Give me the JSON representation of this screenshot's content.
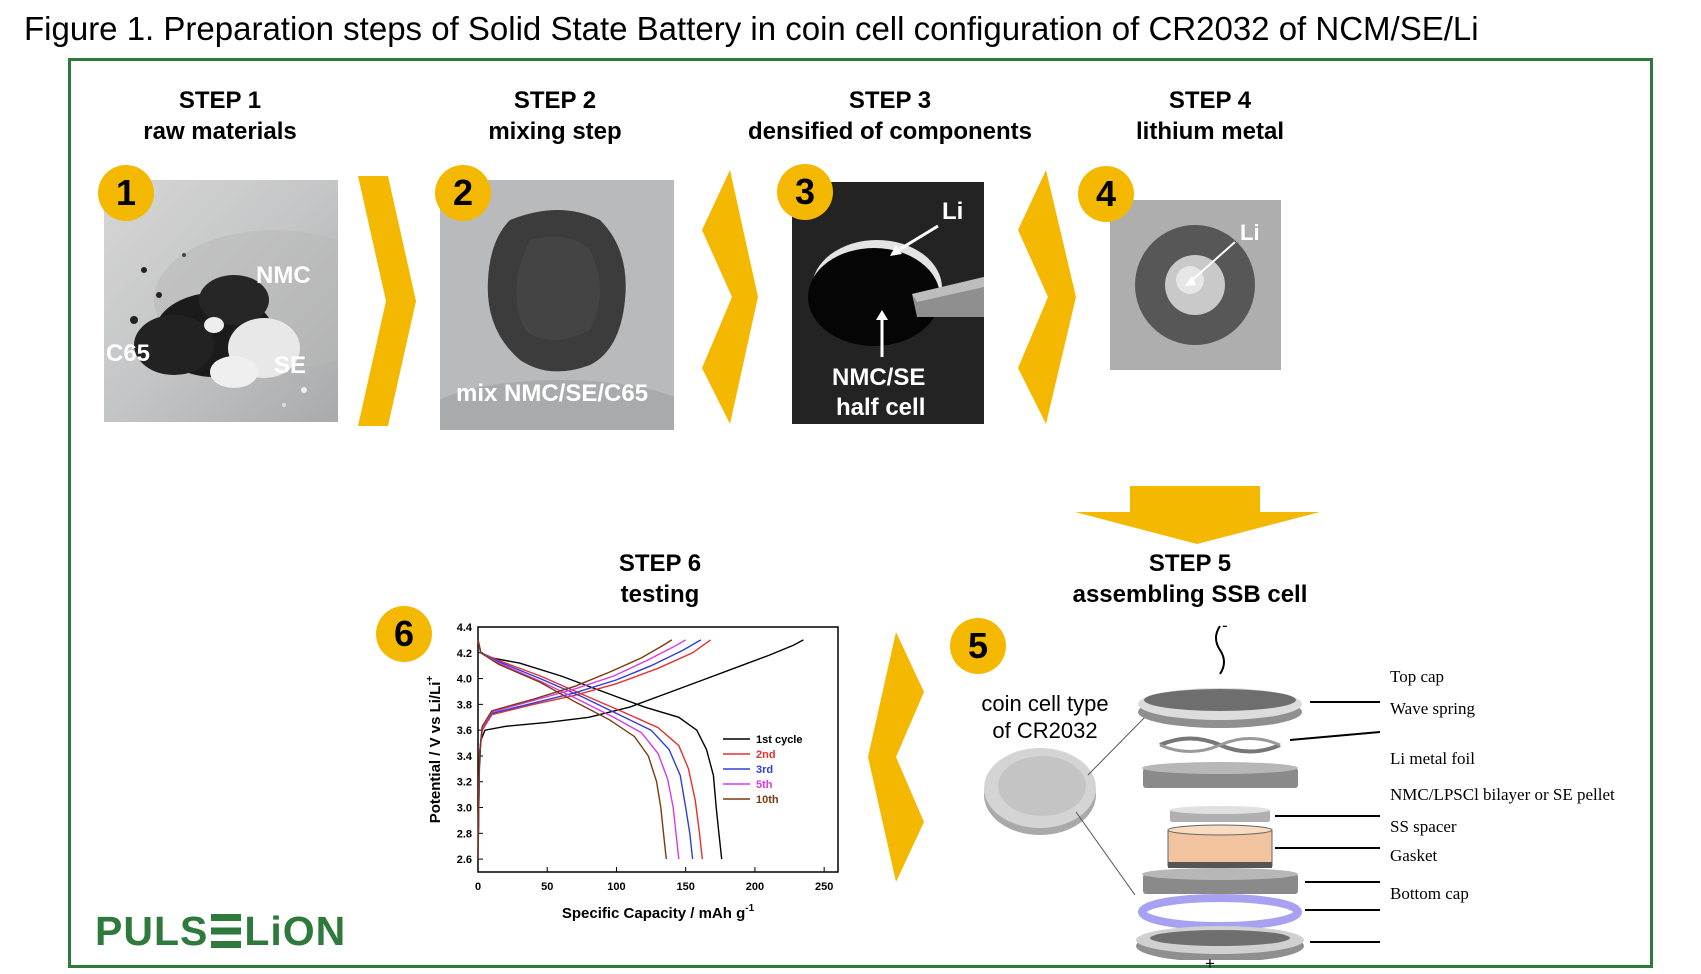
{
  "title": "Figure 1. Preparation steps of Solid State Battery in coin cell configuration of CR2032 of NCM/SE/Li",
  "steps": [
    {
      "number": "1",
      "title": "STEP 1",
      "subtitle": "raw materials",
      "labels": [
        "NMC",
        "C65",
        "SE"
      ]
    },
    {
      "number": "2",
      "title": "STEP 2",
      "subtitle": "mixing step",
      "labels": [
        "mix NMC/SE/C65"
      ]
    },
    {
      "number": "3",
      "title": "STEP 3",
      "subtitle": "densified of components",
      "labels": [
        "Li",
        "NMC/SE",
        "half cell"
      ]
    },
    {
      "number": "4",
      "title": "STEP 4",
      "subtitle": "lithium metal",
      "labels": [
        "Li"
      ]
    },
    {
      "number": "5",
      "title": "STEP 5",
      "subtitle": "assembling SSB cell",
      "coin_label": [
        "coin cell type",
        "of CR2032"
      ]
    },
    {
      "number": "6",
      "title": "STEP 6",
      "subtitle": "testing"
    }
  ],
  "exploded_view": {
    "top_sign": "-",
    "bottom_sign": "+",
    "components": [
      "Top cap",
      "Wave spring",
      "Li metal foil",
      "NMC/LPSCl bilayer or SE pellet",
      "SS spacer",
      "Gasket",
      "Bottom cap"
    ]
  },
  "colors": {
    "accent": "#f5b800",
    "frame": "#2d7a3c"
  },
  "logo": {
    "left": "PULS",
    "right": "LiON"
  },
  "chart_data": {
    "type": "line",
    "xlabel": "Specific Capacity / mAh g",
    "xlabel_sup": "-1",
    "ylabel": "Potential / V vs Li/Li",
    "ylabel_sup": "+",
    "xlim": [
      0,
      260
    ],
    "ylim": [
      2.5,
      4.4
    ],
    "xticks": [
      0,
      50,
      100,
      150,
      200,
      250
    ],
    "yticks": [
      2.6,
      2.8,
      3.0,
      3.2,
      3.4,
      3.6,
      3.8,
      4.0,
      4.2,
      4.4
    ],
    "grid": false,
    "legend_position": "right",
    "series": [
      {
        "name": "1st cycle",
        "color": "#000000",
        "charge": [
          [
            0,
            2.6
          ],
          [
            1,
            3.3
          ],
          [
            2,
            3.52
          ],
          [
            5,
            3.6
          ],
          [
            20,
            3.63
          ],
          [
            50,
            3.66
          ],
          [
            80,
            3.7
          ],
          [
            110,
            3.78
          ],
          [
            140,
            3.9
          ],
          [
            165,
            4.0
          ],
          [
            190,
            4.1
          ],
          [
            210,
            4.18
          ],
          [
            228,
            4.26
          ],
          [
            235,
            4.3
          ]
        ],
        "discharge": [
          [
            0,
            4.3
          ],
          [
            2,
            4.2
          ],
          [
            10,
            4.16
          ],
          [
            30,
            4.12
          ],
          [
            60,
            4.02
          ],
          [
            90,
            3.9
          ],
          [
            120,
            3.78
          ],
          [
            145,
            3.7
          ],
          [
            158,
            3.6
          ],
          [
            165,
            3.45
          ],
          [
            170,
            3.25
          ],
          [
            172,
            3.0
          ],
          [
            174,
            2.8
          ],
          [
            176,
            2.6
          ]
        ]
      },
      {
        "name": "2nd",
        "color": "#e53030",
        "charge": [
          [
            0,
            2.6
          ],
          [
            1,
            3.4
          ],
          [
            3,
            3.6
          ],
          [
            10,
            3.72
          ],
          [
            40,
            3.8
          ],
          [
            70,
            3.87
          ],
          [
            100,
            3.96
          ],
          [
            130,
            4.08
          ],
          [
            155,
            4.2
          ],
          [
            168,
            4.3
          ]
        ],
        "discharge": [
          [
            0,
            4.3
          ],
          [
            2,
            4.2
          ],
          [
            15,
            4.14
          ],
          [
            45,
            4.02
          ],
          [
            75,
            3.88
          ],
          [
            105,
            3.74
          ],
          [
            130,
            3.62
          ],
          [
            145,
            3.48
          ],
          [
            152,
            3.3
          ],
          [
            157,
            3.05
          ],
          [
            160,
            2.8
          ],
          [
            162,
            2.6
          ]
        ]
      },
      {
        "name": "3rd",
        "color": "#2e3ed8",
        "charge": [
          [
            0,
            2.6
          ],
          [
            1,
            3.4
          ],
          [
            3,
            3.62
          ],
          [
            10,
            3.73
          ],
          [
            40,
            3.81
          ],
          [
            70,
            3.89
          ],
          [
            100,
            3.99
          ],
          [
            125,
            4.1
          ],
          [
            148,
            4.22
          ],
          [
            161,
            4.3
          ]
        ],
        "discharge": [
          [
            0,
            4.3
          ],
          [
            2,
            4.2
          ],
          [
            15,
            4.13
          ],
          [
            45,
            4.0
          ],
          [
            75,
            3.86
          ],
          [
            102,
            3.72
          ],
          [
            125,
            3.6
          ],
          [
            138,
            3.45
          ],
          [
            146,
            3.25
          ],
          [
            150,
            3.0
          ],
          [
            153,
            2.8
          ],
          [
            155,
            2.6
          ]
        ]
      },
      {
        "name": "5th",
        "color": "#d93ae0",
        "charge": [
          [
            0,
            2.6
          ],
          [
            1,
            3.4
          ],
          [
            3,
            3.62
          ],
          [
            10,
            3.74
          ],
          [
            40,
            3.83
          ],
          [
            70,
            3.92
          ],
          [
            98,
            4.02
          ],
          [
            122,
            4.14
          ],
          [
            142,
            4.25
          ],
          [
            150,
            4.3
          ]
        ],
        "discharge": [
          [
            0,
            4.3
          ],
          [
            2,
            4.2
          ],
          [
            15,
            4.12
          ],
          [
            45,
            3.98
          ],
          [
            72,
            3.84
          ],
          [
            98,
            3.7
          ],
          [
            118,
            3.58
          ],
          [
            130,
            3.42
          ],
          [
            137,
            3.22
          ],
          [
            141,
            3.0
          ],
          [
            143,
            2.8
          ],
          [
            145,
            2.6
          ]
        ]
      },
      {
        "name": "10th",
        "color": "#7a3a10",
        "charge": [
          [
            0,
            2.6
          ],
          [
            1,
            3.4
          ],
          [
            3,
            3.63
          ],
          [
            10,
            3.75
          ],
          [
            40,
            3.84
          ],
          [
            70,
            3.94
          ],
          [
            95,
            4.05
          ],
          [
            118,
            4.16
          ],
          [
            134,
            4.26
          ],
          [
            140,
            4.3
          ]
        ],
        "discharge": [
          [
            0,
            4.3
          ],
          [
            2,
            4.2
          ],
          [
            15,
            4.11
          ],
          [
            45,
            3.97
          ],
          [
            70,
            3.82
          ],
          [
            95,
            3.68
          ],
          [
            113,
            3.55
          ],
          [
            123,
            3.4
          ],
          [
            129,
            3.2
          ],
          [
            132,
            3.0
          ],
          [
            134,
            2.8
          ],
          [
            136,
            2.6
          ]
        ]
      }
    ]
  }
}
